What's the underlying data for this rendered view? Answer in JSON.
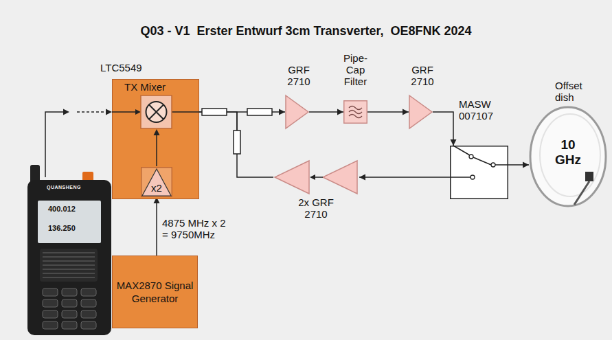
{
  "diagram": {
    "title": "Q03 - V1  Erster Entwurf 3cm Transverter,  OE8FNK 2024",
    "nodes": [
      {
        "text": [
          "LTC5549",
          "TX Mixer"
        ]
      },
      {
        "text": [
          "x2"
        ],
        "in": 0
      },
      {
        "text": [
          "MAX2870 Signal Generator"
        ]
      },
      {
        "text": [
          "GRF 2710"
        ]
      },
      {
        "text": [
          "Pipe-Cap Filter"
        ]
      },
      {
        "text": [
          "GRF 2710"
        ]
      },
      {
        "text": [
          "MASW 007107"
        ]
      },
      {
        "text": [
          "Offset dish",
          "10 GHz"
        ]
      },
      {
        "text": [
          "2x GRF 2710"
        ]
      }
    ],
    "edges": [
      {
        "from": 2,
        "to": 1,
        "arrow": "to"
      },
      {
        "from": 0,
        "to": 3,
        "arrow": "to"
      },
      {
        "from": 3,
        "to": 4,
        "arrow": "to"
      },
      {
        "from": 4,
        "to": 5,
        "arrow": "to"
      },
      {
        "from": 5,
        "to": 6,
        "arrow": "to"
      },
      {
        "from": 6,
        "to": 7,
        "arrow": "to"
      },
      {
        "from": 6,
        "to": 8,
        "arrow": "to"
      },
      {
        "from": 8,
        "to": 0,
        "arrow": "none"
      }
    ],
    "labels": [
      "4875 MHz x 2 = 9750MHz",
      "QUANSHENG",
      "400.012",
      "136.250"
    ]
  }
}
